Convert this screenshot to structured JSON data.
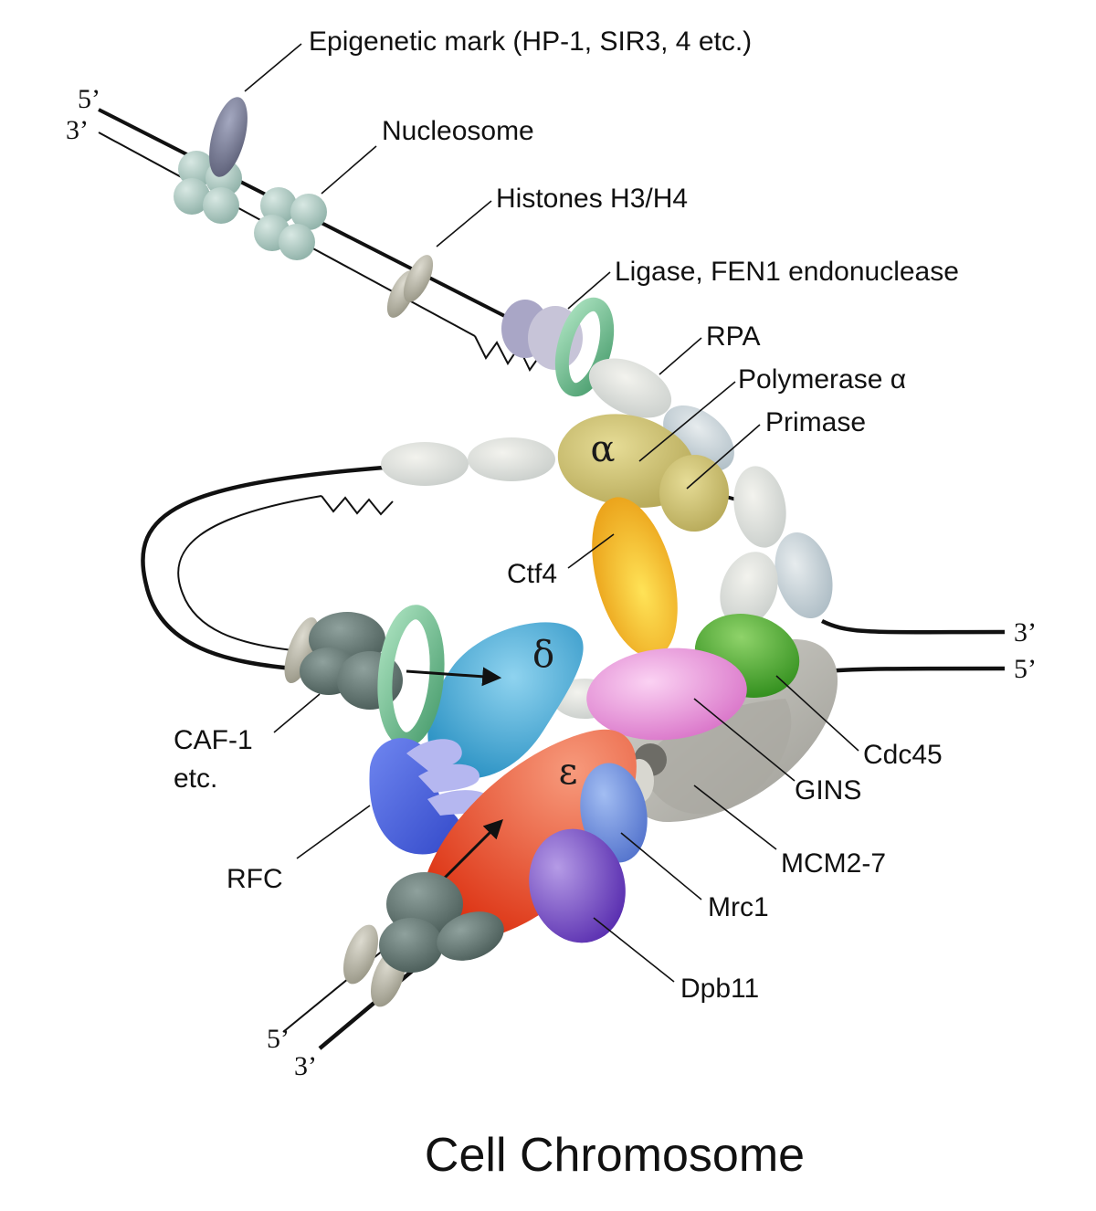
{
  "title": "Cell Chromosome",
  "strand_ends": {
    "top_5": "5’",
    "top_3": "3’",
    "right_3": "3’",
    "right_5": "5’",
    "bottom_5": "5’",
    "bottom_3": "3’"
  },
  "greek": {
    "alpha": "α",
    "delta": "δ",
    "epsilon": "ε"
  },
  "labels": {
    "epigenetic": "Epigenetic mark (HP-1, SIR3, 4 etc.)",
    "nucleosome": "Nucleosome",
    "histones": "Histones H3/H4",
    "ligase": "Ligase, FEN1 endonuclease",
    "rpa": "RPA",
    "pol_alpha": "Polymerase α",
    "primase": "Primase",
    "ctf4": "Ctf4",
    "caf1_line1": "CAF-1",
    "caf1_line2": "etc.",
    "rfc": "RFC",
    "cdc45": "Cdc45",
    "gins": "GINS",
    "mcm": "MCM2-7",
    "mrc1": "Mrc1",
    "dpb11": "Dpb11"
  },
  "colors": {
    "nucleosome": "#a9c4bd",
    "histone": "#b9b7a9",
    "epigenetic": "#7b7f99",
    "rpa": "#dde2df",
    "pol_alpha": "#d2c56d",
    "ctf4": "#f2b21c",
    "pol_delta": "#3fa6d4",
    "pol_epsilon": "#e8482a",
    "gins": "#e68fd8",
    "cdc45": "#4ca628",
    "mcm": "#bdbcb5",
    "mrc1": "#6f8fdc",
    "dpb11": "#7a4fc8",
    "rfc": "#4f6be0",
    "caf1": "#5f736f",
    "pcna": "#7cc496"
  }
}
